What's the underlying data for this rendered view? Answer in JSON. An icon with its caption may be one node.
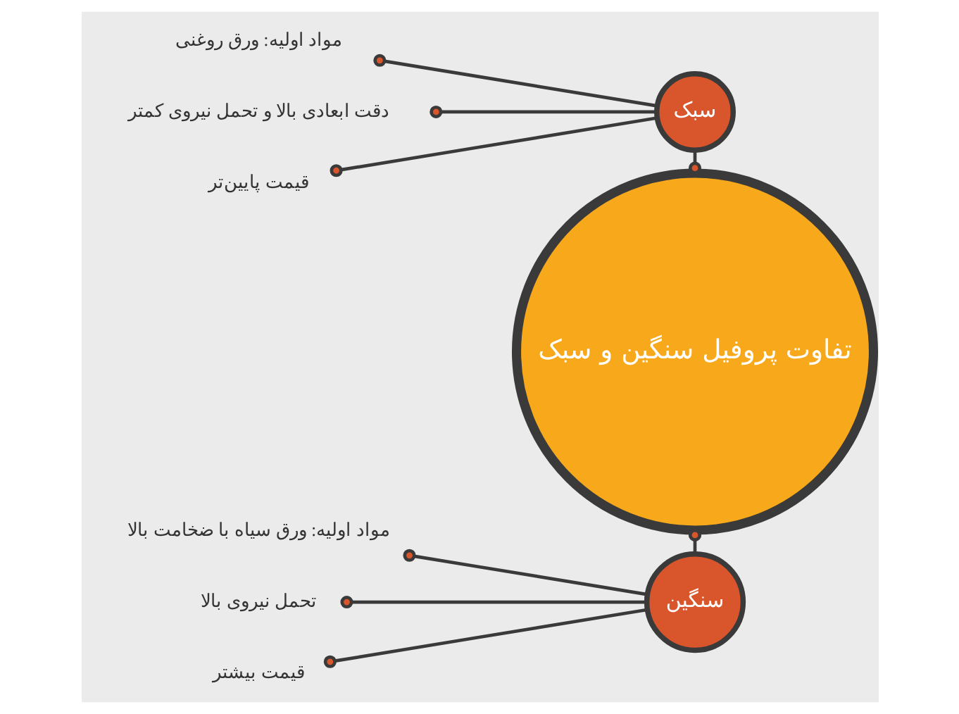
{
  "diagram": {
    "nodes": [
      {
        "text": [
          "تفاوت پروفیل سنگین و سبک"
        ]
      },
      {
        "text": [
          "سبک"
        ]
      },
      {
        "text": [
          "مواد اولیه: ورق روغنی"
        ]
      },
      {
        "text": [
          "دقت ابعادی بالا و تحمل نیروی کمتر"
        ]
      },
      {
        "text": [
          "قیمت پایین‌تر"
        ]
      },
      {
        "text": [
          "سنگین"
        ]
      },
      {
        "text": [
          "مواد اولیه: ورق سیاه با ضخامت بالا"
        ]
      },
      {
        "text": [
          "تحمل نیروی بالا"
        ]
      },
      {
        "text": [
          "قیمت بیشتر"
        ]
      }
    ],
    "edges": [
      {
        "from": 1,
        "to": 0,
        "arrow": "other"
      },
      {
        "from": 5,
        "to": 0,
        "arrow": "other"
      },
      {
        "from": 1,
        "to": 2,
        "arrow": "other"
      },
      {
        "from": 1,
        "to": 3,
        "arrow": "other"
      },
      {
        "from": 1,
        "to": 4,
        "arrow": "other"
      },
      {
        "from": 5,
        "to": 6,
        "arrow": "other"
      },
      {
        "from": 5,
        "to": 7,
        "arrow": "other"
      },
      {
        "from": 5,
        "to": 8,
        "arrow": "other"
      }
    ]
  }
}
